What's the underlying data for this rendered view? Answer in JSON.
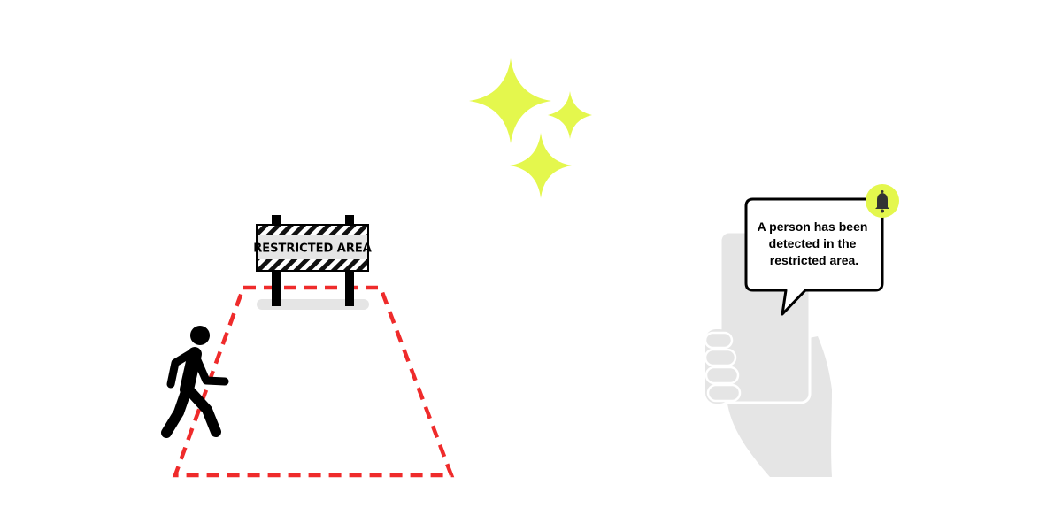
{
  "sign": {
    "label": "RESTRICTED AREA"
  },
  "notification": {
    "lines": [
      "A person has been",
      "detected in the",
      "restricted area."
    ]
  },
  "icons": {
    "walking_person": "walking-person-icon",
    "sparkles": "sparkle-icon",
    "bell": "bell-icon",
    "phone": "smartphone-icon",
    "hand": "hand-icon"
  },
  "colors": {
    "zone_border": "#ef2b2b",
    "sparkle": "#e4f74d",
    "bell_badge": "#e4f74d",
    "hand": "#e5e5e5",
    "ink": "#000000"
  }
}
